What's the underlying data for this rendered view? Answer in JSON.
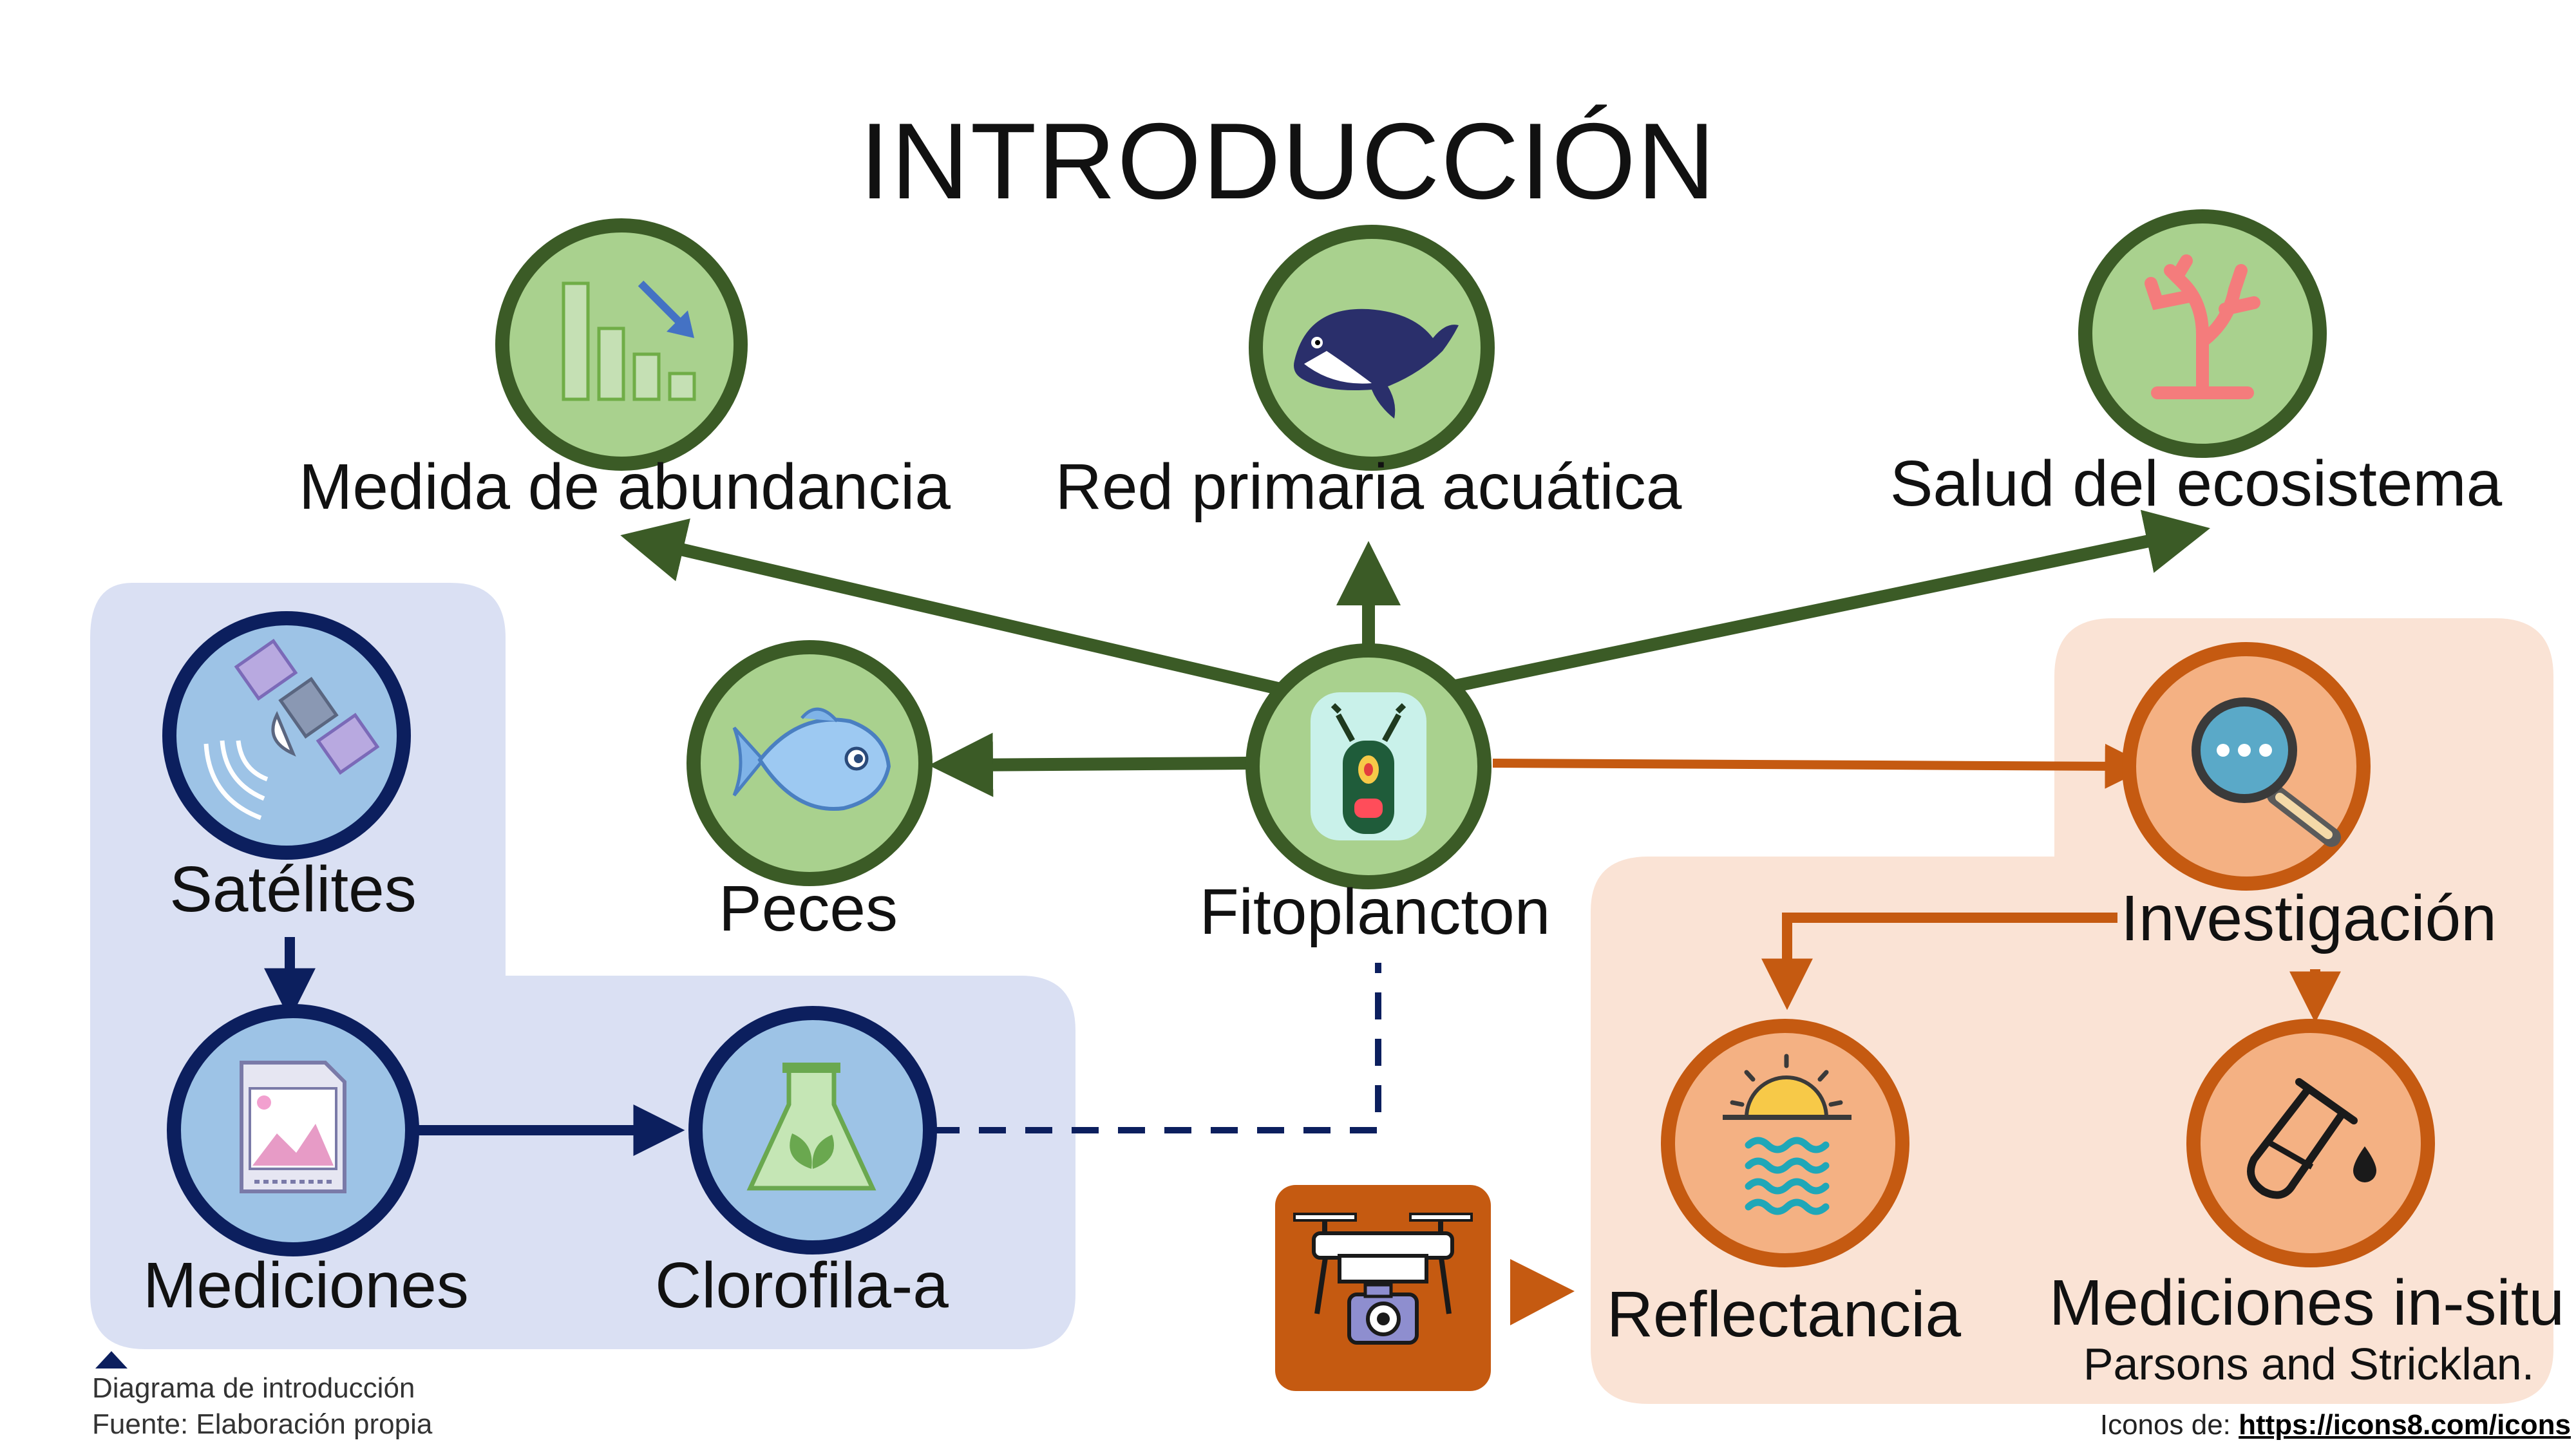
{
  "title": "INTRODUCCIÓN",
  "colors": {
    "green_dark": "#3b5b26",
    "green_fill": "#a9d18e",
    "navy": "#0c1f5e",
    "blue_fill": "#9dc3e6",
    "blue_panel": "#dae0f3",
    "orange": "#c55a11",
    "orange_fill": "#f4b183",
    "orange_panel": "#fae3d5"
  },
  "nodes": {
    "abundancia": {
      "label": "Medida de abundancia",
      "icon": "bar-chart-decreasing-icon"
    },
    "red_primaria": {
      "label": "Red primaria acuática",
      "icon": "whale-icon"
    },
    "salud": {
      "label": "Salud del ecosistema",
      "icon": "coral-icon"
    },
    "peces": {
      "label": "Peces",
      "icon": "fish-icon"
    },
    "fitoplancton": {
      "label": "Fitoplancton",
      "icon": "plankton-icon"
    },
    "satelites": {
      "label": "Satélites",
      "icon": "satellite-icon"
    },
    "mediciones": {
      "label": "Mediciones",
      "icon": "image-file-icon"
    },
    "clorofila": {
      "label": "Clorofila-a",
      "icon": "flask-leaf-icon"
    },
    "investigacion": {
      "label": "Investigación",
      "icon": "magnifier-icon"
    },
    "reflectancia": {
      "label": "Reflectancia",
      "icon": "sun-water-icon"
    },
    "insitu": {
      "label": "Mediciones in-situ",
      "sublabel": "Parsons and Stricklan.",
      "icon": "test-tube-icon"
    },
    "drone": {
      "icon": "drone-camera-icon"
    }
  },
  "footer": {
    "caption_line1": "Diagrama de introducción",
    "caption_line2": "Fuente: Elaboración propia"
  },
  "credits": {
    "prefix": "Iconos de: ",
    "link_text": "https://icons8.com/icons"
  }
}
